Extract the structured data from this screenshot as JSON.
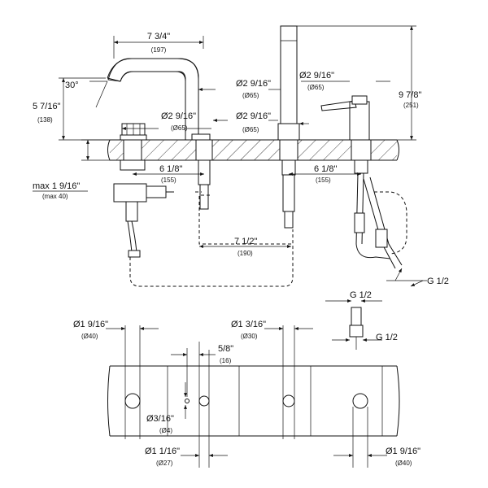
{
  "dimensions": {
    "spout_reach": {
      "label": "7 3/4\"",
      "mm": "(197)"
    },
    "spout_angle": {
      "label": "30°"
    },
    "spout_height": {
      "label": "5 7/16\"",
      "mm": "(138)"
    },
    "base_diameter_left": {
      "label": "Ø2 9/16\"",
      "mm": "(Ø65)"
    },
    "base_diameter_center_top": {
      "label": "Ø2 9/16\"",
      "mm": "(Ø65)"
    },
    "base_diameter_center": {
      "label": "Ø2 9/16\"",
      "mm": "(Ø65)"
    },
    "base_diameter_right": {
      "label": "Ø2 9/16\"",
      "mm": "(Ø65)"
    },
    "overall_height": {
      "label": "9 7/8\"",
      "mm": "(251)"
    },
    "deck_thickness": {
      "label": "max 1 9/16\"",
      "mm": "(max 40)"
    },
    "spacing_left": {
      "label": "6 1/8\"",
      "mm": "(155)"
    },
    "spacing_right": {
      "label": "6 1/8\"",
      "mm": "(155)"
    },
    "hose_spacing": {
      "label": "7 1/2\"",
      "mm": "(190)"
    },
    "thread_upper": {
      "label": "G 1/2"
    },
    "thread_lower": {
      "label": "G 1/2"
    },
    "hole_1": {
      "label": "Ø1 9/16\"",
      "mm": "(Ø40)"
    },
    "hole_2_offset": {
      "label": "5/8\"",
      "mm": "(16)"
    },
    "hole_2": {
      "label": "Ø3/16\"",
      "mm": "(Ø4)"
    },
    "hole_3": {
      "label": "Ø1 1/16\"",
      "mm": "(Ø27)"
    },
    "hole_4": {
      "label": "Ø1 3/16\"",
      "mm": "(Ø30)"
    },
    "hole_5": {
      "label": "Ø1 9/16\"",
      "mm": "(Ø40)"
    }
  }
}
